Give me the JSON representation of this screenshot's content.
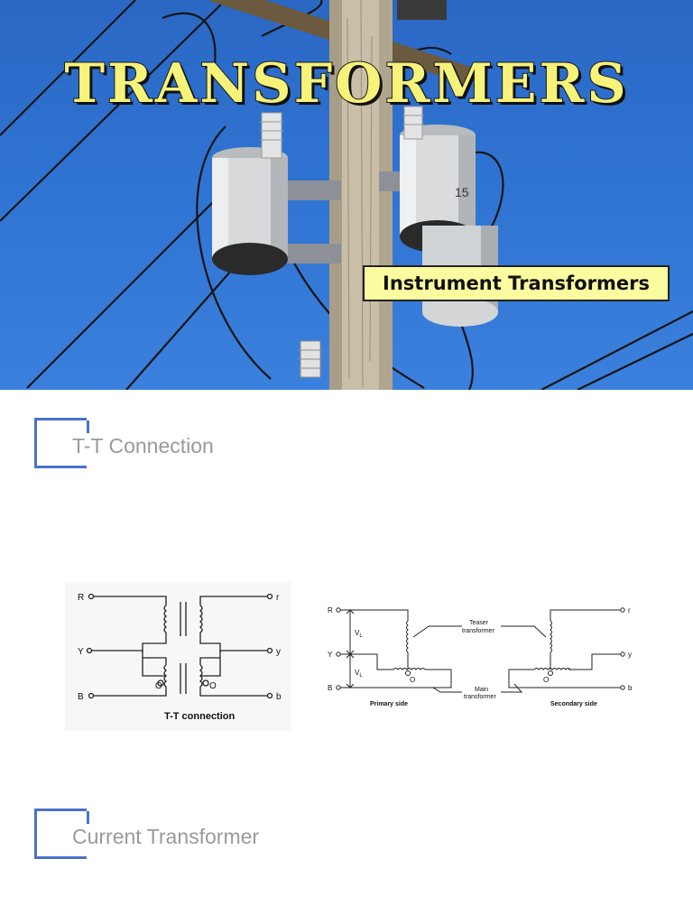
{
  "hero": {
    "title": "TRANSFORMERS",
    "subtitle": "Instrument Transformers",
    "tank_number": "15",
    "colors": {
      "sky": "#2f73d2",
      "title_fill": "#f6f27a",
      "subtitle_bg": "#fbfba0"
    }
  },
  "sections": [
    {
      "heading": "T-T Connection"
    },
    {
      "heading": "Current Transformer"
    }
  ],
  "diagram_left": {
    "terminals_primary": [
      "R",
      "Y",
      "B"
    ],
    "terminals_secondary": [
      "r",
      "y",
      "b"
    ],
    "neutral_left": "O",
    "neutral_right": "O",
    "caption": "T-T connection"
  },
  "diagram_right": {
    "terminals_primary": [
      "R",
      "Y",
      "B"
    ],
    "terminals_secondary": [
      "r",
      "y",
      "b"
    ],
    "voltage_label_1": "V",
    "voltage_label_2": "V",
    "voltage_subscript": "L",
    "teaser_label_1": "Teaser",
    "teaser_label_2": "transformer",
    "main_label_1": "Main",
    "main_label_2": "transformer",
    "neutral_left": "O",
    "neutral_right": "O",
    "primary_side": "Primary side",
    "secondary_side": "Secondary side"
  }
}
